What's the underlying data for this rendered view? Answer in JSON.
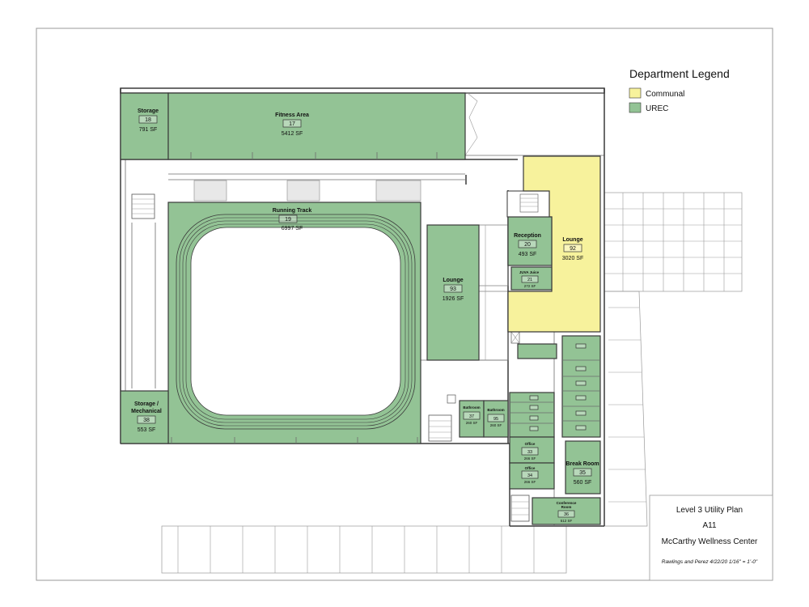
{
  "legend": {
    "title": "Department Legend",
    "items": [
      {
        "label": "Communal",
        "color": "#f7f29c"
      },
      {
        "label": "UREC",
        "color": "#93c395"
      }
    ]
  },
  "rooms": {
    "storage18": {
      "name": "Storage",
      "number": "18",
      "area": "791 SF"
    },
    "fitness17": {
      "name": "Fitness Area",
      "number": "17",
      "area": "5412 SF"
    },
    "track19": {
      "name": "Running Track",
      "number": "19",
      "area": "6997 SF"
    },
    "lounge93": {
      "name": "Lounge",
      "number": "93",
      "area": "1926 SF"
    },
    "reception20": {
      "name": "Reception",
      "number": "20",
      "area": "493 SF"
    },
    "lounge92": {
      "name": "Lounge",
      "number": "92",
      "area": "3020 SF"
    },
    "juice21": {
      "name": "JUVA Juice",
      "number": "21",
      "area": "272 SF"
    },
    "storage38": {
      "name": "Storage /",
      "name2": "Mechanical",
      "number": "38",
      "area": "553 SF"
    },
    "bath37": {
      "name": "Bathroom",
      "number": "37",
      "area": "260 SF"
    },
    "bath95": {
      "name": "Bathroom",
      "number": "95",
      "area": "260 SF"
    },
    "office33": {
      "name": "Office",
      "number": "33",
      "area": "266 SF"
    },
    "office34": {
      "name": "Office",
      "number": "34",
      "area": "266 SF"
    },
    "break35": {
      "name": "Break Room",
      "number": "35",
      "area": "560 SF"
    },
    "conf36": {
      "name": "Conference",
      "name2": "Room",
      "number": "36",
      "area": "512 SF"
    }
  },
  "title_block": {
    "sheet_title": "Level 3 Utility Plan",
    "sheet_number": "A11",
    "project": "McCarthy Wellness Center",
    "footer": "Rawlings and Perez 4/22/20  1/16\" = 1'-0\""
  }
}
